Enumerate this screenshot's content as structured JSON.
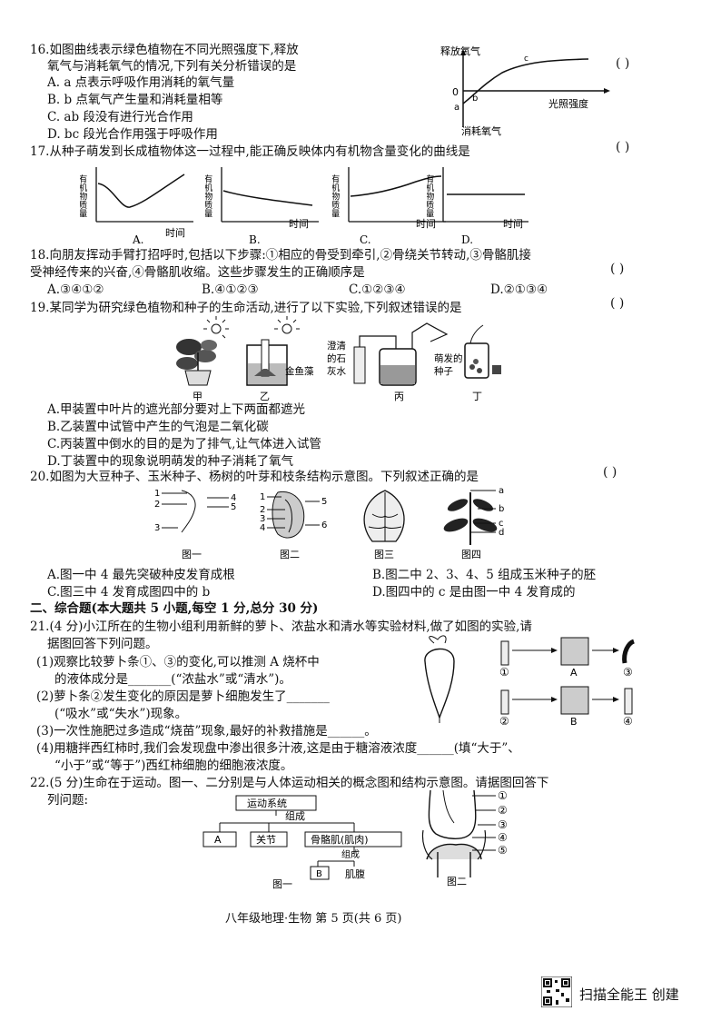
{
  "q16": {
    "stem1": "16.如图曲线表示绿色植物在不同光照强度下,释放",
    "stem2": "氧气与消耗氧气的情况,下列有关分析错误的是",
    "optA": "A. a 点表示呼吸作用消耗的氧气量",
    "optB": "B. b 点氧气产生量和消耗量相等",
    "optC": "C. ab 段没有进行光合作用",
    "optD": "D. bc 段光合作用强于呼吸作用",
    "paren": "(     )",
    "fig": {
      "y_up": "释放氧气",
      "y_down": "消耗氧气",
      "x": "光照强度",
      "o": "0",
      "a": "a",
      "b": "b",
      "c": "c"
    }
  },
  "q17": {
    "stem": "17.从种子萌发到长成植物体这一过程中,能正确反映体内有机物含量变化的曲线是",
    "paren": "(     )",
    "ylabel": "有机物质量",
    "xlabel": "时间",
    "labels": [
      "A.",
      "B.",
      "C.",
      "D."
    ]
  },
  "q18": {
    "stem1": "18.向朋友挥动手臂打招呼时,包括以下步骤:①相应的骨受到牵引,②骨绕关节转动,③骨骼肌接",
    "stem2": "受神经传来的兴奋,④骨骼肌收缩。这些步骤发生的正确顺序是",
    "paren": "(     )",
    "optA": "A.③④①②",
    "optB": "B.④①②③",
    "optC": "C.①②③④",
    "optD": "D.②①③④"
  },
  "q19": {
    "stem": "19.某同学为研究绿色植物和种子的生命活动,进行了以下实验,下列叙述错误的是",
    "paren": "(     )",
    "fig": {
      "jia": "甲",
      "yi": "乙",
      "bing": "丙",
      "ding": "丁",
      "jinyuzao": "金鱼藻",
      "shihui": "澄清的石灰水",
      "zhongzi": "萌发的种子"
    },
    "optA": "A.甲装置中叶片的遮光部分要对上下两面都遮光",
    "optB": "B.乙装置中试管中产生的气泡是二氧化碳",
    "optC": "C.丙装置中倒水的目的是为了排气,让气体进入试管",
    "optD": "D.丁装置中的现象说明萌发的种子消耗了氧气"
  },
  "q20": {
    "stem": "20.如图为大豆种子、玉米种子、杨树的叶芽和枝条结构示意图。下列叙述正确的是",
    "paren": "(     )",
    "fig": {
      "f1": "图一",
      "f2": "图二",
      "f3": "图三",
      "f4": "图四"
    },
    "optA": "A.图一中 4 最先突破种皮发育成根",
    "optB": "B.图二中 2、3、4、5 组成玉米种子的胚",
    "optC": "C.图三中 4 发育成图四中的 b",
    "optD": "D.图四中的 c 是由图一中 4 发育成的"
  },
  "section2": "二、综合题(本大题共 5 小题,每空 1 分,总分 30 分)",
  "q21": {
    "stem1": "21.(4 分)小江所在的生物小组利用新鲜的萝卜、浓盐水和清水等实验材料,做了如图的实验,请",
    "stem2": "据图回答下列问题。",
    "p1a": "(1)观察比较萝卜条①、③的变化,可以推测 A 烧杯中",
    "p1b": "的液体成分是_______(“浓盐水”或“清水”)。",
    "p2a": "(2)萝卜条②发生变化的原因是萝卜细胞发生了_______",
    "p2b": "(“吸水”或“失水”)现象。",
    "p3": "(3)一次性施肥过多造成“烧苗”现象,最好的补救措施是______。",
    "p4a": "(4)用糖拌西红柿时,我们会发现盘中渗出很多汁液,这是由于糖溶液浓度______(填“大于”、",
    "p4b": "“小于”或“等于”)西红柿细胞的细胞液浓度。",
    "fig": {
      "A": "A",
      "B": "B",
      "n1": "①",
      "n2": "②",
      "n3": "③",
      "n4": "④"
    }
  },
  "q22": {
    "stem1": "22.(5 分)生命在于运动。图一、二分别是与人体运动相关的概念图和结构示意图。请据图回答下",
    "stem2": "列问题:",
    "concept": {
      "top": "运动系统",
      "zucheng": "组成",
      "A": "A",
      "guanjie": "关节",
      "muscle": "骨骼肌(肌肉)",
      "zucheng2": "组成",
      "B": "B",
      "jifu": "肌腹"
    },
    "fig1": "图一",
    "fig2": "图二",
    "joint": [
      "①",
      "②",
      "③",
      "④",
      "⑤"
    ]
  },
  "footer": "八年级地理·生物   第 5 页(共 6 页)",
  "watermark": "扫描全能王  创建"
}
